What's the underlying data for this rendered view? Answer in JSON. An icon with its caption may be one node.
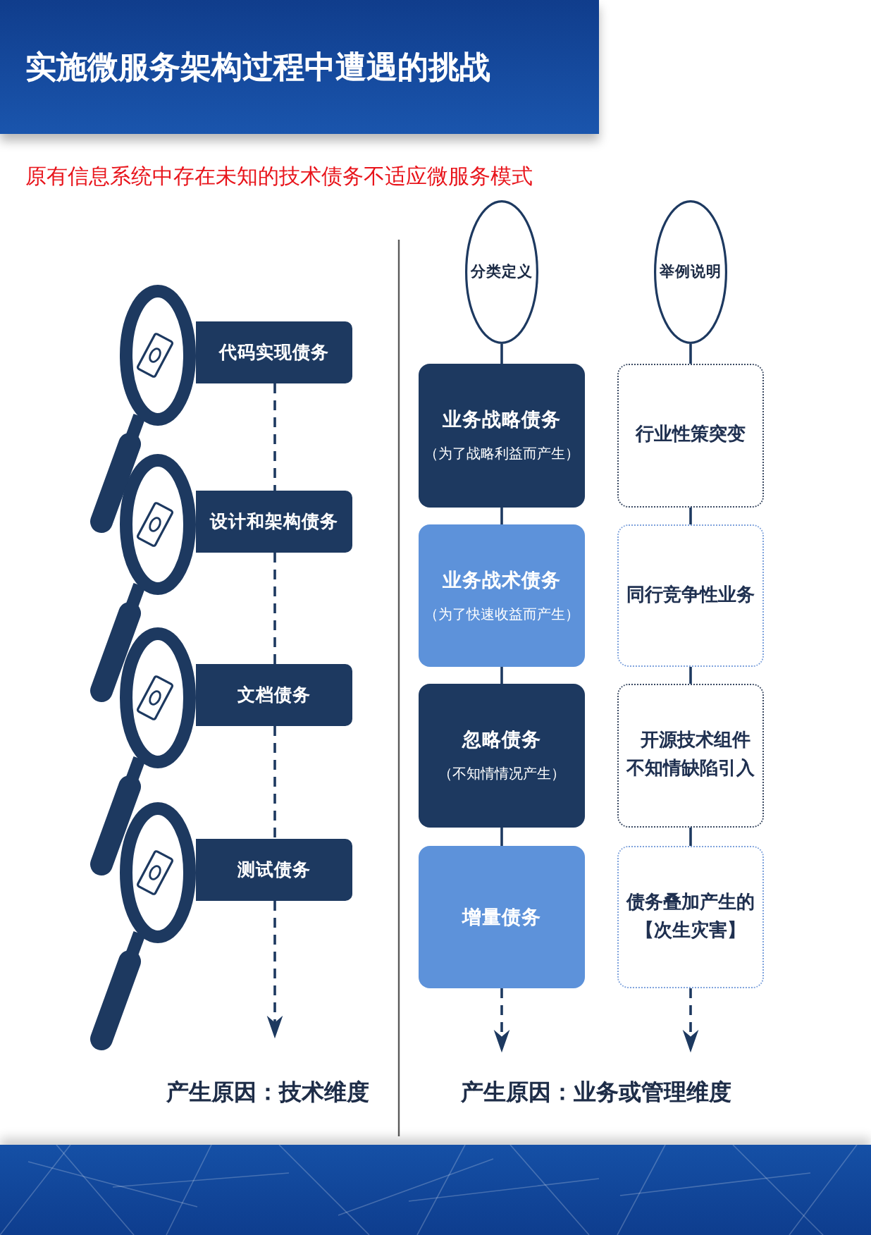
{
  "diagram": {
    "title": "实施微服务架构过程中遭遇的挑战",
    "nodes": [
      {
        "text": [
          "代码实现债务"
        ]
      },
      {
        "text": [
          "设计和架构债务"
        ]
      },
      {
        "text": [
          "文档债务"
        ]
      },
      {
        "text": [
          "测试债务"
        ]
      },
      {
        "text": [
          "分类定义"
        ]
      },
      {
        "text": [
          "业务战略债务",
          "（为了战略利益而产生）"
        ]
      },
      {
        "text": [
          "业务战术债务",
          "（为了快速收益而产生）"
        ]
      },
      {
        "text": [
          "忽略债务",
          "（不知情情况产生）"
        ]
      },
      {
        "text": [
          "增量债务"
        ]
      },
      {
        "text": [
          "举例说明"
        ]
      },
      {
        "text": [
          "行业性策突变"
        ]
      },
      {
        "text": [
          "同行竞争性业务"
        ]
      },
      {
        "text": [
          "开源技术组件不知情缺陷引入"
        ]
      },
      {
        "text": [
          "债务叠加产生的【次生灾害】"
        ]
      }
    ],
    "edges": [
      {
        "from": 0,
        "to": 1,
        "arrow": "none",
        "style": "dashed"
      },
      {
        "from": 1,
        "to": 2,
        "arrow": "none",
        "style": "dashed"
      },
      {
        "from": 2,
        "to": 3,
        "arrow": "none",
        "style": "dashed"
      },
      {
        "from": 3,
        "to": null,
        "arrow": "to",
        "style": "dashed"
      },
      {
        "from": 4,
        "to": 5,
        "arrow": "none"
      },
      {
        "from": 5,
        "to": 6,
        "arrow": "none"
      },
      {
        "from": 6,
        "to": 7,
        "arrow": "none"
      },
      {
        "from": 7,
        "to": 8,
        "arrow": "none"
      },
      {
        "from": 8,
        "to": null,
        "arrow": "to",
        "style": "dashed"
      },
      {
        "from": 9,
        "to": 10,
        "arrow": "none"
      },
      {
        "from": 10,
        "to": 11,
        "arrow": "none"
      },
      {
        "from": 11,
        "to": 12,
        "arrow": "none"
      },
      {
        "from": 12,
        "to": 13,
        "arrow": "none"
      },
      {
        "from": 13,
        "to": null,
        "arrow": "to",
        "style": "dashed"
      }
    ],
    "labels": [
      "原有信息系统中存在未知的技术债务不适应微服务模式",
      "产生原因：技术维度",
      "产生原因：业务或管理维度"
    ]
  }
}
